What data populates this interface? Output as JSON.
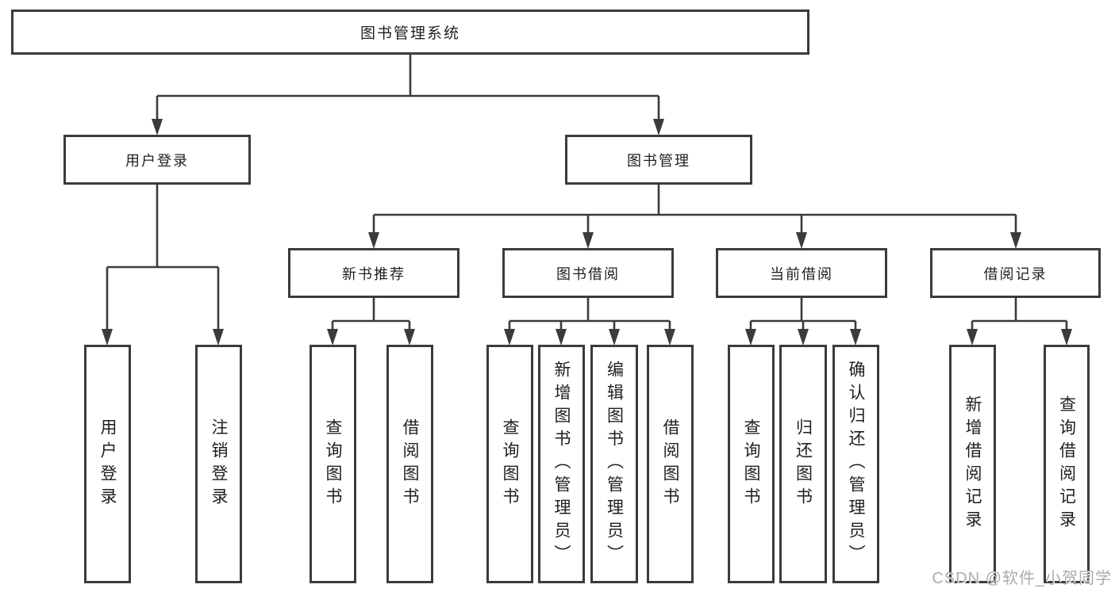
{
  "colors": {
    "line": "#3b3b3b",
    "box_border": "#3b3b3b",
    "box_fill": "#ffffff",
    "text": "#1f1f1f",
    "watermark": "#ababab",
    "background": "#ffffff"
  },
  "diagram": {
    "type": "hierarchy",
    "watermark": "CSDN @软件_小贺同学",
    "tree": {
      "label": "图书管理系统",
      "children": [
        {
          "label": "用户登录",
          "children": [
            {
              "label": "用户登录"
            },
            {
              "label": "注销登录"
            }
          ]
        },
        {
          "label": "图书管理",
          "children": [
            {
              "label": "新书推荐",
              "children": [
                {
                  "label": "查询图书"
                },
                {
                  "label": "借阅图书"
                }
              ]
            },
            {
              "label": "图书借阅",
              "children": [
                {
                  "label": "查询图书"
                },
                {
                  "label": "新增图书（管理员）"
                },
                {
                  "label": "编辑图书（管理员）"
                },
                {
                  "label": "借阅图书"
                }
              ]
            },
            {
              "label": "当前借阅",
              "children": [
                {
                  "label": "查询图书"
                },
                {
                  "label": "归还图书"
                },
                {
                  "label": "确认归还（管理员）"
                }
              ]
            },
            {
              "label": "借阅记录",
              "children": [
                {
                  "label": "新增借阅记录"
                },
                {
                  "label": "查询借阅记录"
                }
              ]
            }
          ]
        }
      ]
    }
  }
}
